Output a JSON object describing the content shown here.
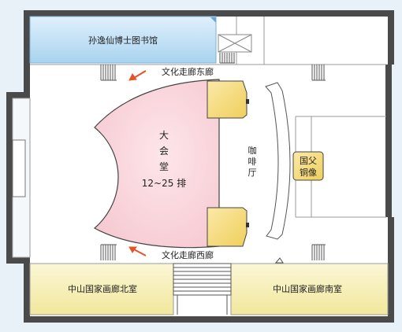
{
  "labels": {
    "library": "孙逸仙博士图书馆",
    "east_corridor": "文化走廊东廊",
    "west_corridor": "文化走廊西廊",
    "hall_line1": "大",
    "hall_line2": "会",
    "hall_line3": "堂",
    "hall_rows": "12~25 排",
    "cafe_line1": "咖",
    "cafe_line2": "啡",
    "cafe_line3": "厅",
    "statue_line1": "国父",
    "statue_line2": "铜像",
    "north_gallery": "中山国家画廊北室",
    "south_gallery": "中山国家画廊南室"
  },
  "colors": {
    "background": "#e8f1f8",
    "wall": "#4a4a4a",
    "floor": "#ffffff",
    "library_fill": "#b9dcf3",
    "hall_fill": "#f9d6dc",
    "box_fill": "#f7dd84",
    "gallery_fill": "#f7f1bd",
    "arrow": "#e4542a"
  }
}
